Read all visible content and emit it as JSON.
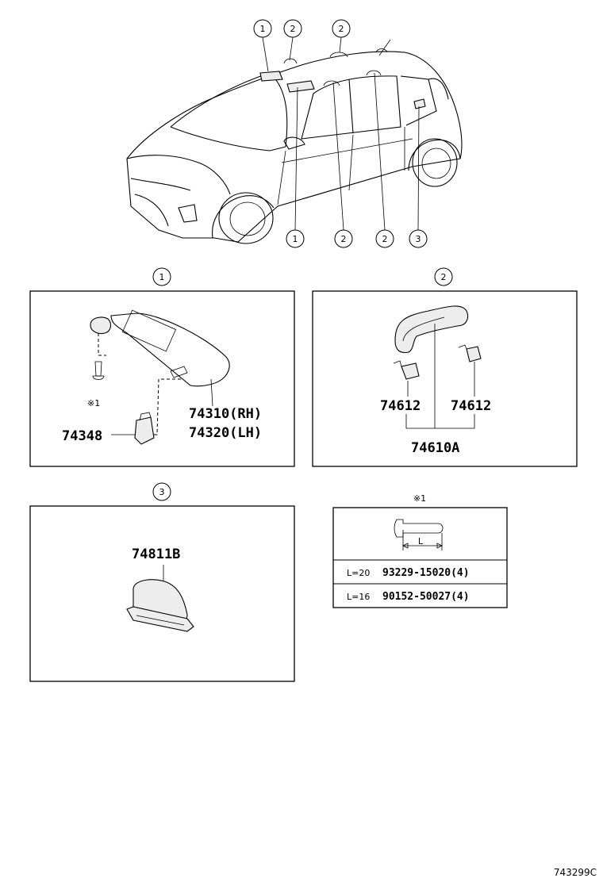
{
  "callouts": {
    "c1": "1",
    "c2": "2",
    "c3": "3"
  },
  "sun_visor": {
    "part_rh": "74310(RH)",
    "part_lh": "74320(LH)",
    "holder": "74348",
    "screw_ref": "※1"
  },
  "assist_grip": {
    "clip_left": "74612",
    "clip_right": "74612",
    "assembly": "74610A"
  },
  "cover": {
    "part": "74811B"
  },
  "screw_table": {
    "header": "※1",
    "dimension_label": "L",
    "rows": [
      {
        "length": "L=20",
        "part": "93229-15020(4)"
      },
      {
        "length": "L=16",
        "part": "90152-50027(4)"
      }
    ]
  },
  "diagram_ref": "743299C"
}
